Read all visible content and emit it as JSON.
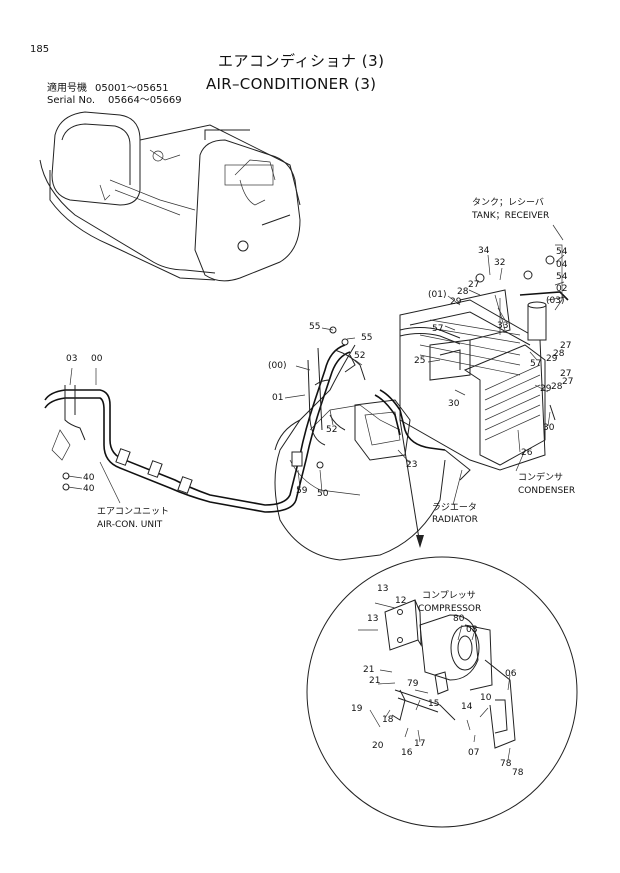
{
  "page_number": "185",
  "title": {
    "jp": "エアコンディショナ (3)",
    "en": "AIR–CONDITIONER (3)"
  },
  "applicability": {
    "label_jp": "適用号機",
    "range_jp": "05001～05651",
    "label_en": "Serial No.",
    "range_en": "05664～05669"
  },
  "components": {
    "tank_receiver_jp": "タンク；レシーバ",
    "tank_receiver_en": "TANK；RECEIVER",
    "condenser_jp": "コンデンサ",
    "condenser_en": "CONDENSER",
    "radiator_jp": "ラジエータ",
    "radiator_en": "RADIATOR",
    "aircon_unit_jp": "エアコンユニット",
    "aircon_unit_en": "AIR-CON. UNIT",
    "compressor_jp": "コンプレッサ",
    "compressor_en": "COMPRESSOR"
  },
  "callouts": {
    "c34": "34",
    "c32": "32",
    "c54a": "54",
    "c04": "04",
    "c54b": "54",
    "c02": "02",
    "c03p": "(03)",
    "c27a": "27",
    "c28a": "28",
    "c29a": "29",
    "c01p": "(01)",
    "c57a": "57",
    "c33": "33",
    "c25": "25",
    "c55a": "55",
    "c55b": "55",
    "c52a": "52",
    "c00p": "(00)",
    "c01": "01",
    "c30a": "30",
    "c29b": "29",
    "c28b": "28",
    "c27b": "27",
    "c57b": "57",
    "c27c": "27",
    "c29c": "29",
    "c28c": "28",
    "c27d": "27",
    "c30b": "30",
    "c26": "26",
    "c52b": "52",
    "c23": "23",
    "c59": "59",
    "c50": "50",
    "c03": "03",
    "c00": "00",
    "c40a": "40",
    "c40b": "40",
    "c13a": "13",
    "c12": "12",
    "c13b": "13",
    "c80": "80",
    "c08": "08",
    "c21a": "21",
    "c21b": "21",
    "c79": "79",
    "c06": "06",
    "c10": "10",
    "c14": "14",
    "c15": "15",
    "c19": "19",
    "c18": "18",
    "c20": "20",
    "c16": "16",
    "c17": "17",
    "c07": "07",
    "c78a": "78",
    "c78b": "78"
  }
}
